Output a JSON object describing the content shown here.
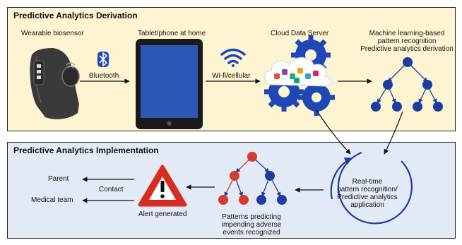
{
  "top_panel": {
    "title": "Predictive Analytics Derivation",
    "sensor_label": "Wearable biosensor",
    "bluetooth_label": "Bluetooth",
    "tablet_label": "Tablet/phone at home",
    "wifi_label": "Wi-fi/cellular",
    "cloud_label": "Cloud Data Server",
    "ml_label": [
      "Machine learning-based",
      "pattern recognition",
      "Predictive analytics derivation"
    ]
  },
  "bottom_panel": {
    "title": "Predictive Analytics Implementation",
    "realtime_label": [
      "Real-time",
      "pattern recognition/",
      "Predictive analytics",
      "application"
    ],
    "patterns_label": [
      "Patterns predicting",
      "impending adverse",
      "events recognized"
    ],
    "alert_label": "Alert generated",
    "contact_label": "Contact",
    "parent_label": "Parent",
    "medical_label": "Medical team"
  },
  "colors": {
    "top_panel_bg": "#fdf4d2",
    "bottom_panel_bg": "#e3eaf5",
    "node_blue": "#1c3d9e",
    "node_red": "#d93a2e",
    "alert_red": "#d62d20",
    "gear_blue": "#1f47b5",
    "tablet_screen": "#2c57b5"
  }
}
